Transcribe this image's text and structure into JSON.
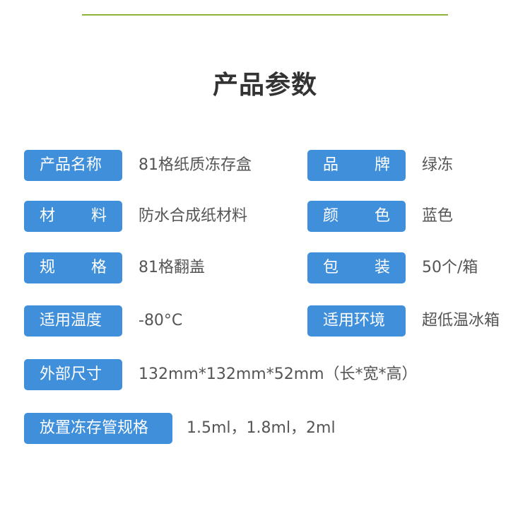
{
  "title": "产品参数",
  "specs": {
    "name": {
      "label": "产品名称",
      "value": "81格纸质冻存盒"
    },
    "brand": {
      "label_a": "品",
      "label_b": "牌",
      "value": "绿冻"
    },
    "material": {
      "label_a": "材",
      "label_b": "料",
      "value": "防水合成纸材料"
    },
    "color": {
      "label_a": "颜",
      "label_b": "色",
      "value": "蓝色"
    },
    "spec": {
      "label_a": "规",
      "label_b": "格",
      "value": "81格翻盖"
    },
    "packing": {
      "label_a": "包",
      "label_b": "装",
      "value": "50个/箱"
    },
    "temperature": {
      "label": "适用温度",
      "value": "-80°C"
    },
    "environment": {
      "label": "适用环境",
      "value": "超低温冰箱"
    },
    "size": {
      "label": "外部尺寸",
      "value": "132mm*132mm*52mm（长*宽*高）"
    },
    "tube": {
      "label": "放置冻存管规格",
      "value": "1.5ml，1.8ml，2ml"
    }
  },
  "colors": {
    "accent_line": "#8fb23a",
    "label_bg": "#3f8fdb",
    "title_text": "#333333",
    "value_text": "#555555"
  }
}
